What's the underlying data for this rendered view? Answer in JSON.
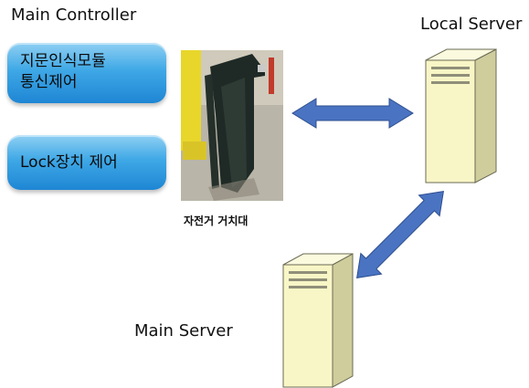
{
  "controller": {
    "title": "Main Controller",
    "button1": {
      "line1": "지문인식모듈",
      "line2": "통신제어"
    },
    "button2": {
      "label": "Lock장치 제어"
    }
  },
  "bike_rack": {
    "caption": "자전거 거치대"
  },
  "local_server": {
    "label": "Local Server"
  },
  "main_server": {
    "label": "Main Server"
  },
  "colors": {
    "button_blue": "#2f97dd",
    "arrow_blue": "#4a74c2",
    "server_cream": "#f8f6c6"
  }
}
